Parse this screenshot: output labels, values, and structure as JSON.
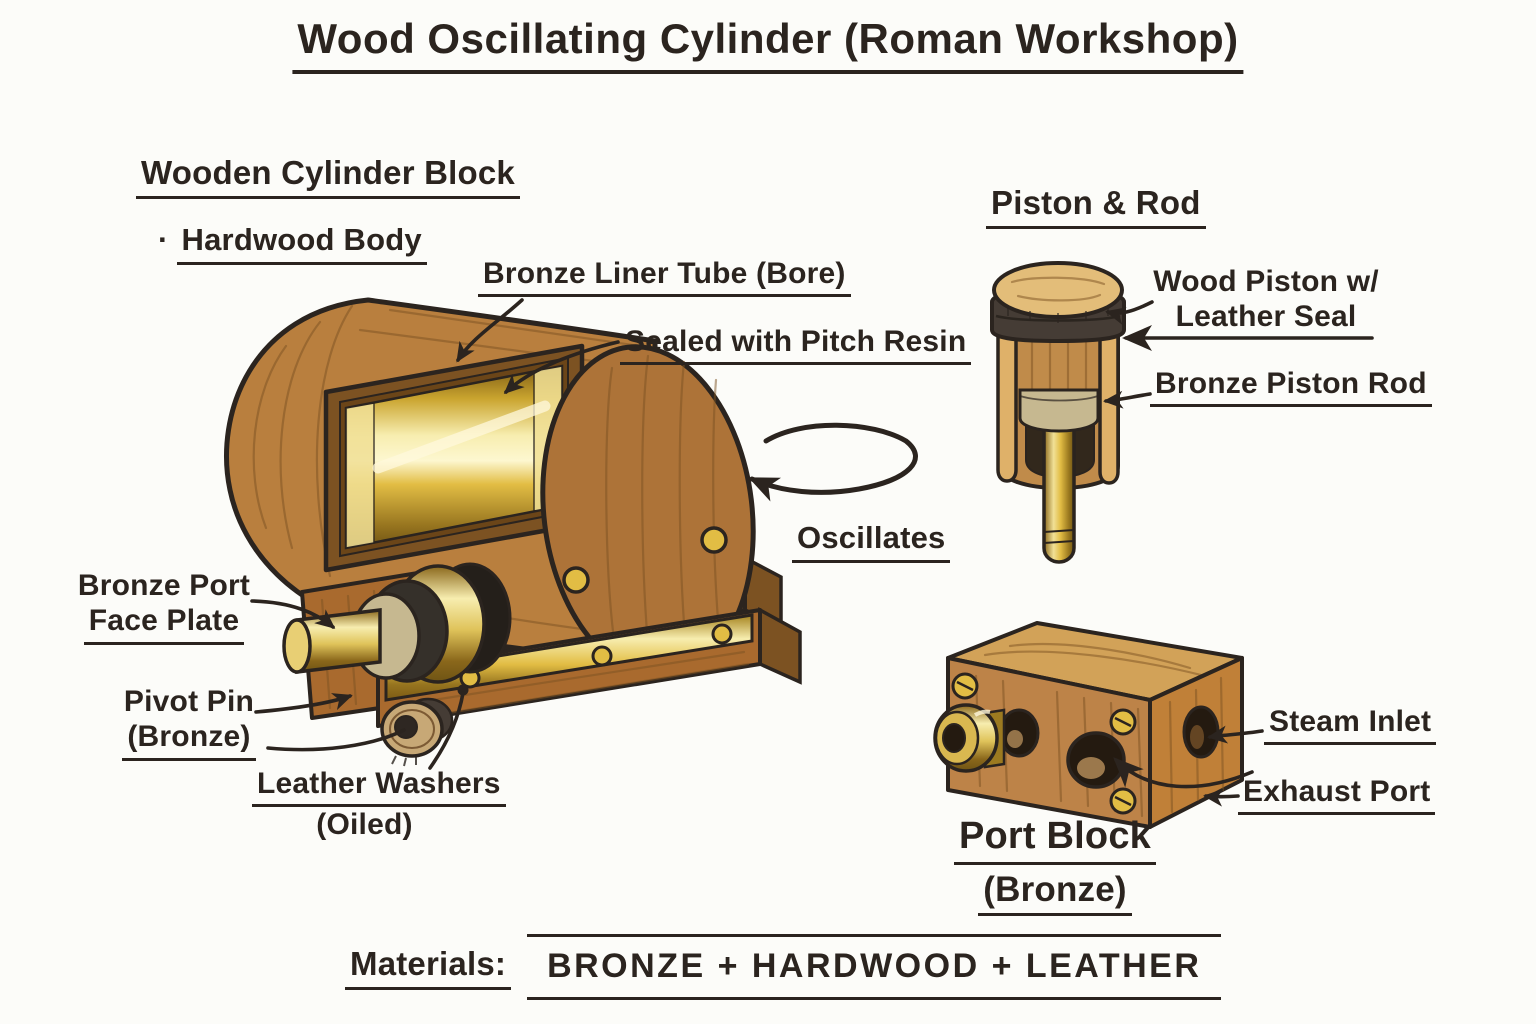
{
  "title": "Wood Oscillating Cylinder (Roman Workshop)",
  "sections": {
    "cylinder_block": {
      "heading": "Wooden Cylinder Block",
      "bullet_marker": "·",
      "bullet_text": "Hardwood Body"
    },
    "piston_rod": {
      "heading": "Piston & Rod"
    },
    "port_block": {
      "heading": "Port Block",
      "subheading": "(Bronze)"
    }
  },
  "callouts": {
    "bronze_liner_tube": "Bronze Liner Tube (Bore)",
    "pitch_resin": "Sealed with Pitch Resin",
    "oscillates": "Oscillates",
    "bronze_port_face_plate": {
      "line1": "Bronze Port",
      "line2": "Face Plate"
    },
    "pivot_pin": {
      "line1": "Pivot Pin",
      "line2": "(Bronze)"
    },
    "leather_washers": {
      "line1": "Leather Washers",
      "line2": "(Oiled)"
    },
    "wood_piston": {
      "line1": "Wood Piston w/",
      "line2": "Leather Seal"
    },
    "bronze_piston_rod": "Bronze Piston Rod",
    "steam_inlet": "Steam Inlet",
    "exhaust_port": "Exhaust Port"
  },
  "materials": {
    "label": "Materials:",
    "value": "BRONZE + HARDWOOD + LEATHER"
  },
  "colors": {
    "ink": "#2b241f",
    "paper": "#fcfcf9",
    "wood-mid": "#b97f3e",
    "wood-dark": "#7c5222",
    "wood-light": "#dfb169",
    "wood-red": "#a96a2e",
    "brass": "#e2bd44",
    "brass-light": "#f7edaf",
    "brass-dark": "#8a671b",
    "leather-dark": "#453c35",
    "leather-tan": "#c7a876",
    "bronze-pale": "#c6b890",
    "shadow": "#32281c"
  }
}
